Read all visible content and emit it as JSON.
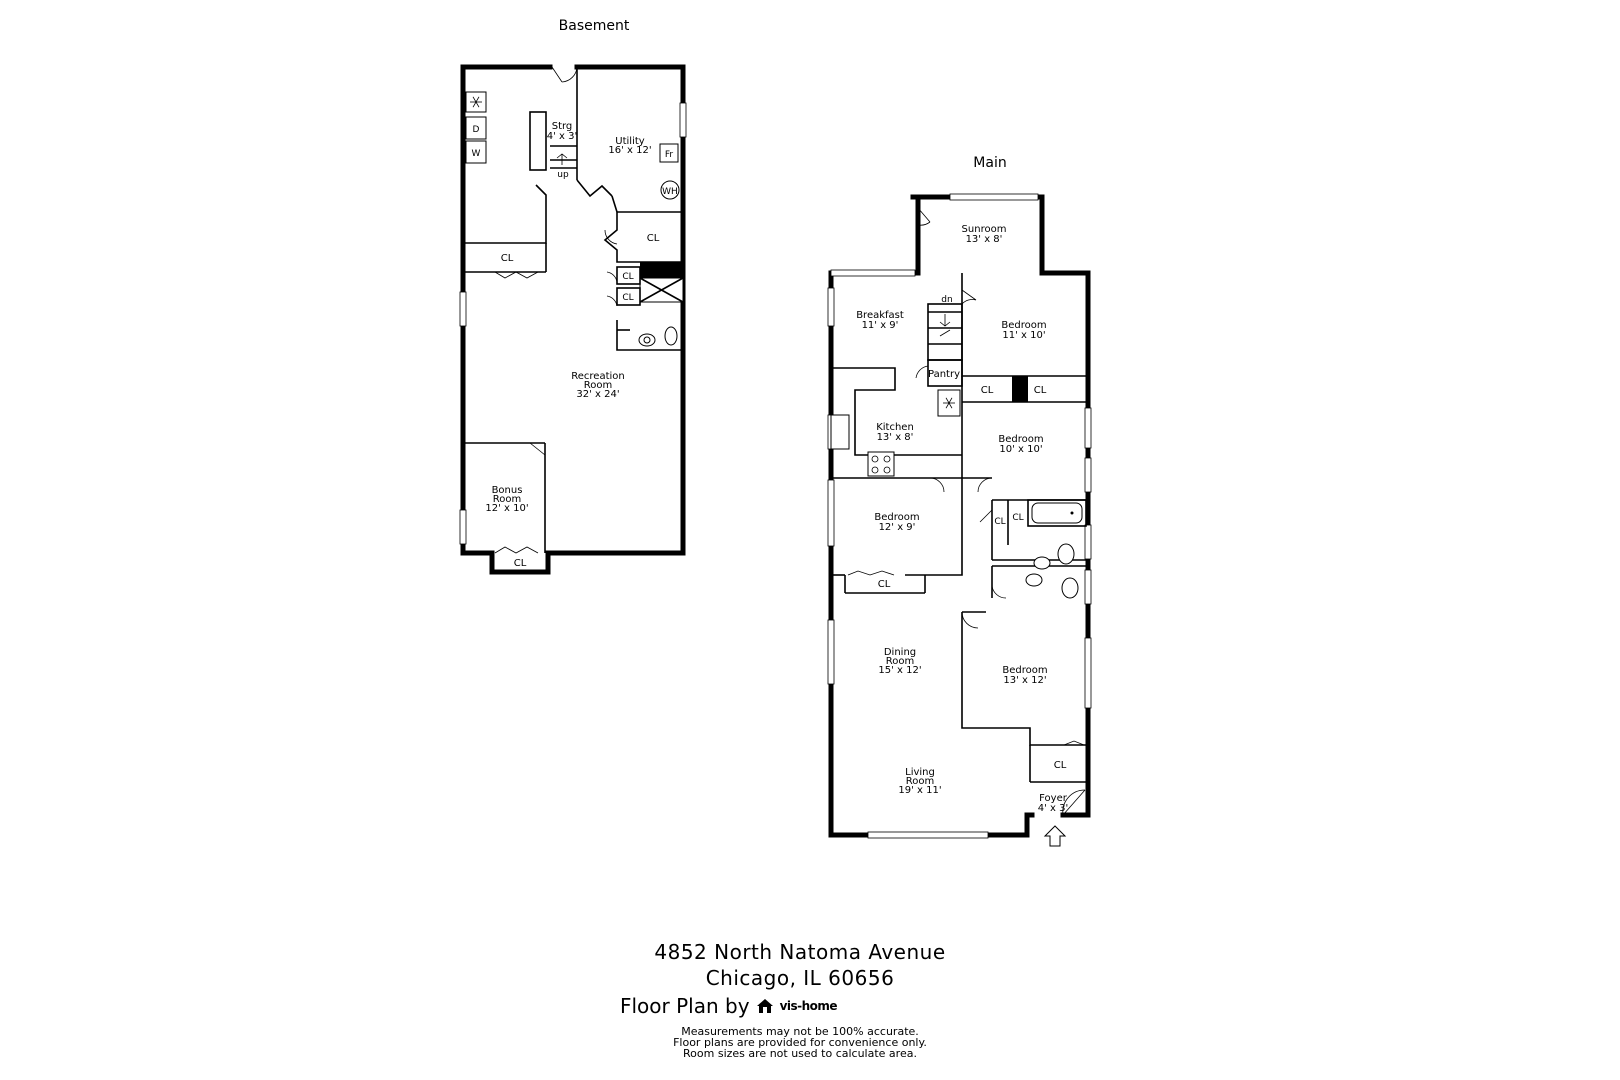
{
  "headers": {
    "basement": "Basement",
    "main": "Main"
  },
  "basement_rooms": {
    "strg_name": "Strg",
    "strg_size": "4' x 3'",
    "utility_name": "Utility",
    "utility_size": "16' x 12'",
    "recreation_name1": "Recreation",
    "recreation_name2": "Room",
    "recreation_size": "32' x 24'",
    "bonus_name1": "Bonus",
    "bonus_name2": "Room",
    "bonus_size": "12' x 10'",
    "cl": "CL",
    "up": "up",
    "dryer": "D",
    "washer": "W",
    "fridge": "Fr",
    "water_heater": "WH"
  },
  "main_rooms": {
    "sunroom_name": "Sunroom",
    "sunroom_size": "13' x 8'",
    "breakfast_name": "Breakfast",
    "breakfast_size": "11' x 9'",
    "bedroom1_name": "Bedroom",
    "bedroom1_size": "11' x 10'",
    "pantry_name": "Pantry",
    "kitchen_name": "Kitchen",
    "kitchen_size": "13' x 8'",
    "bedroom2_name": "Bedroom",
    "bedroom2_size": "10' x 10'",
    "bedroom3_name": "Bedroom",
    "bedroom3_size": "12' x 9'",
    "dining_name1": "Dining",
    "dining_name2": "Room",
    "dining_size": "15' x 12'",
    "bedroom4_name": "Bedroom",
    "bedroom4_size": "13' x 12'",
    "living_name1": "Living",
    "living_name2": "Room",
    "living_size": "19' x 11'",
    "foyer_name": "Foyer",
    "foyer_size": "4' x 3'",
    "cl": "CL",
    "dn": "dn"
  },
  "footer": {
    "address_line1": "4852 North Natoma Avenue",
    "address_line2": "Chicago, IL 60656",
    "floor_plan_by": "Floor Plan by",
    "brand": "vis-home",
    "disclaimer_line1": "Measurements may not be 100% accurate.",
    "disclaimer_line2": "Floor plans are provided for convenience only.",
    "disclaimer_line3": "Room sizes are not used to calculate area."
  },
  "icons": [
    "snowflake-icon",
    "home-logo-icon",
    "entrance-arrow-icon"
  ]
}
